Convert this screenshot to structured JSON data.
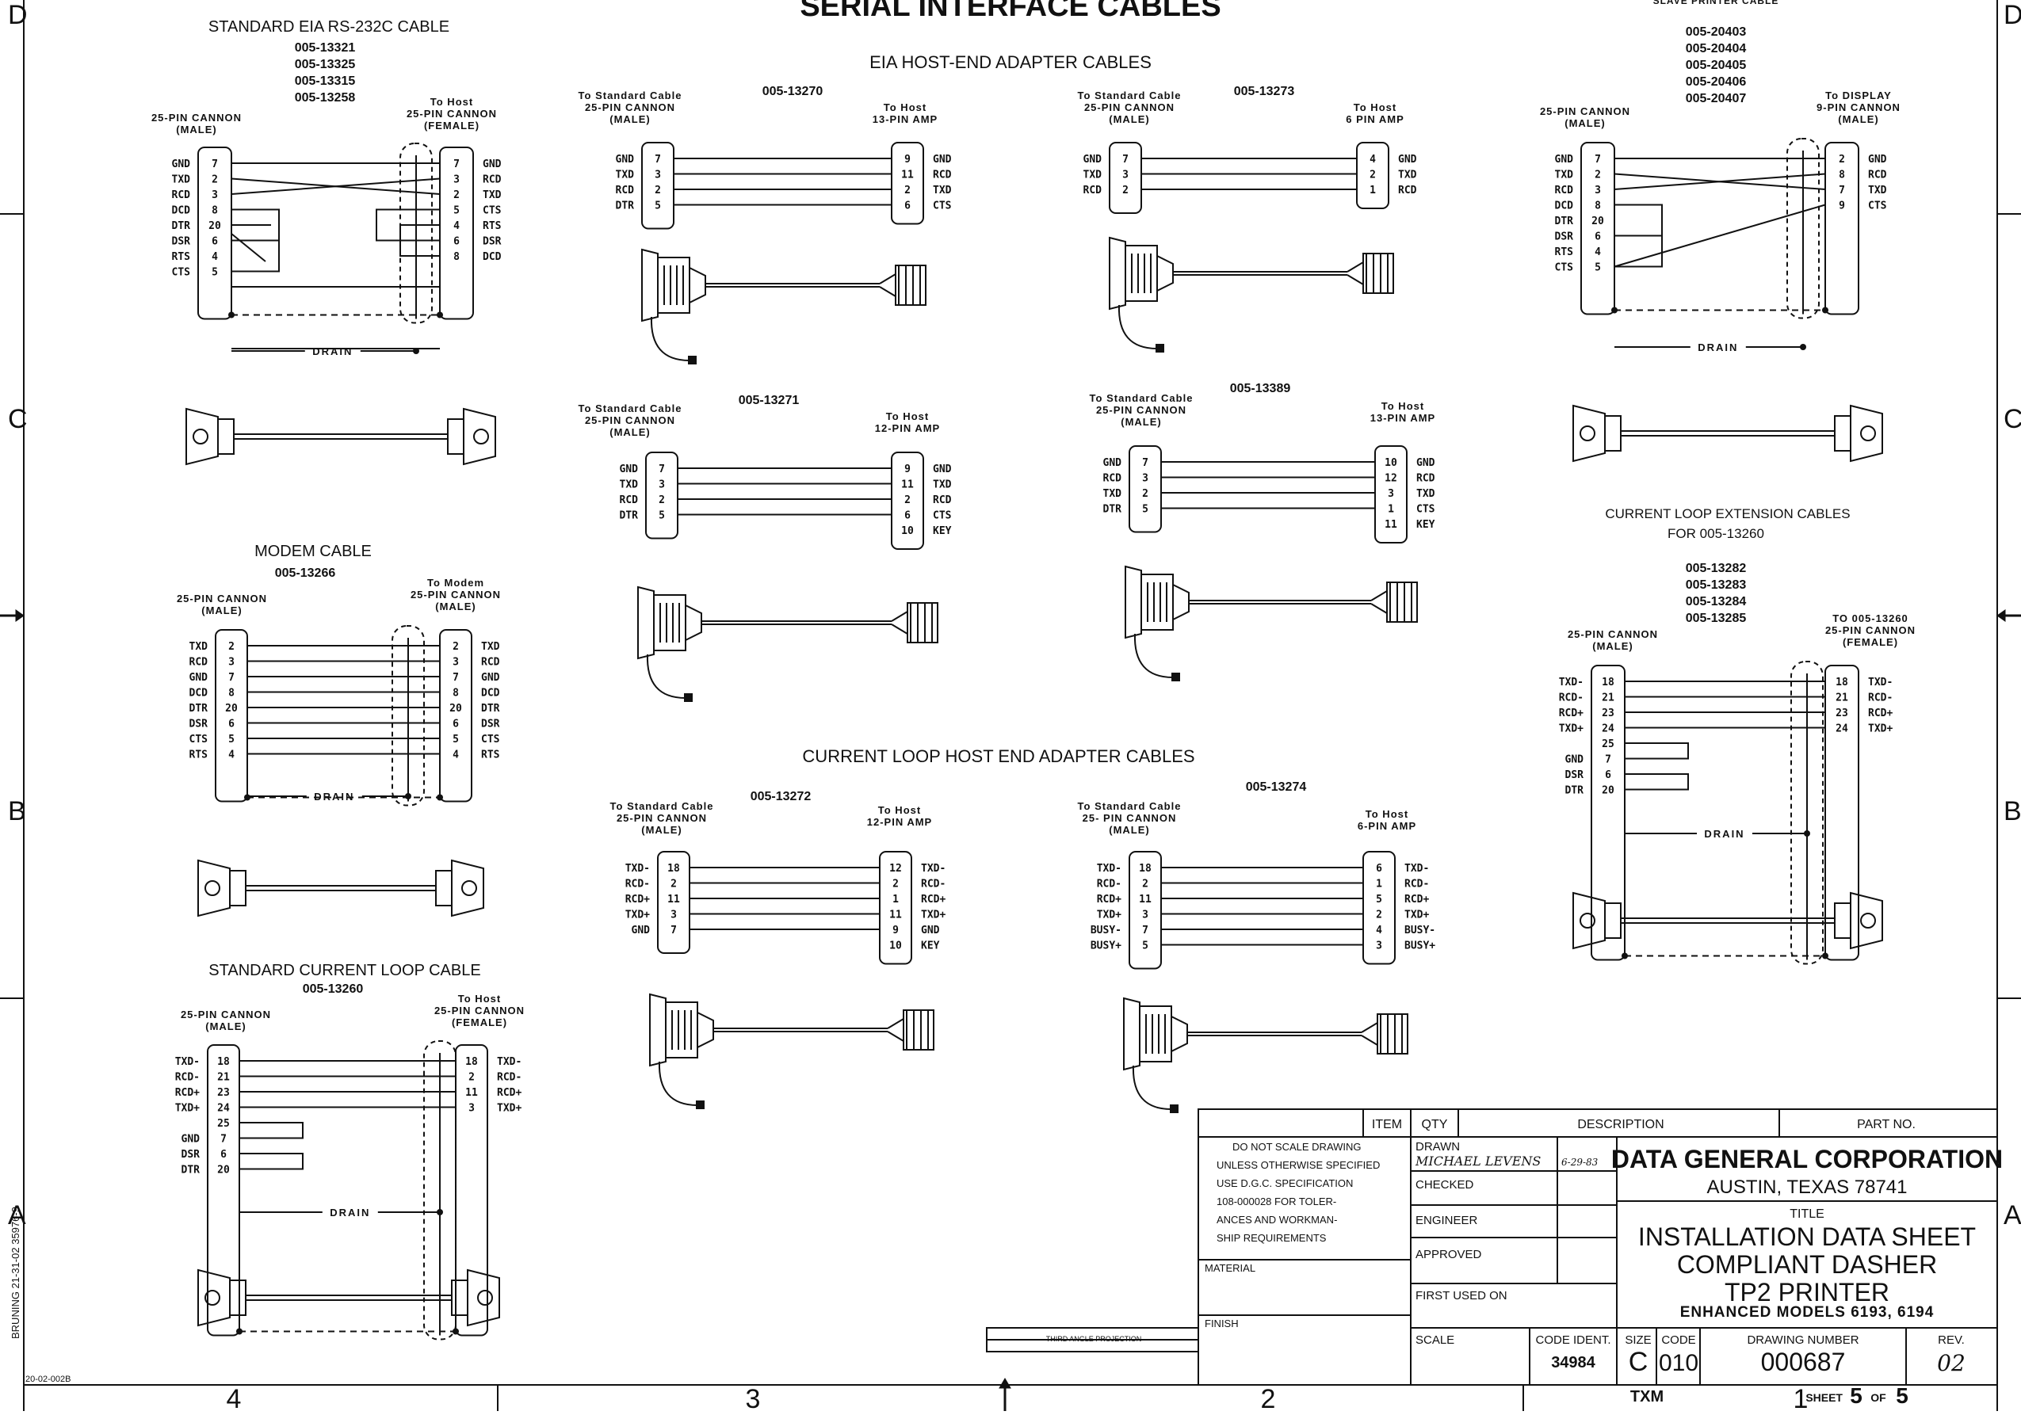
{
  "page": {
    "title": "SERIAL INTERFACE CABLES",
    "zone_letters": [
      "D",
      "C",
      "B",
      "A"
    ],
    "zone_numbers": [
      "4",
      "3",
      "2",
      "1"
    ],
    "form_number": "20-02-002B",
    "side_stamp": "BRUNING 21-31-02 35976-9",
    "slave_header": "SLAVE PRINTER CABLE"
  },
  "sections": {
    "eia_host": "EIA HOST-END ADAPTER CABLES",
    "current_loop_host": "CURRENT LOOP HOST END ADAPTER CABLES",
    "cl_extension_line1": "CURRENT  LOOP  EXTENSION  CABLES",
    "cl_extension_line2": "FOR  005-13260"
  },
  "cables": {
    "std_eia": {
      "title": "STANDARD EIA RS-232C CABLE",
      "part_numbers": [
        "005-13321",
        "005-13325",
        "005-13315",
        "005-13258"
      ],
      "left_header": [
        "25-PIN CANNON",
        "(MALE)"
      ],
      "right_header": [
        "To Host",
        "25-PIN CANNON",
        "(FEMALE)"
      ],
      "left_pins": [
        [
          "GND",
          "7"
        ],
        [
          "TXD",
          "2"
        ],
        [
          "RCD",
          "3"
        ],
        [
          "DCD",
          "8"
        ],
        [
          "DTR",
          "20"
        ],
        [
          "DSR",
          "6"
        ],
        [
          "RTS",
          "4"
        ],
        [
          "CTS",
          "5"
        ]
      ],
      "right_pins": [
        [
          "7",
          "GND"
        ],
        [
          "3",
          "RCD"
        ],
        [
          "2",
          "TXD"
        ],
        [
          "5",
          "CTS"
        ],
        [
          "4",
          "RTS"
        ],
        [
          "6",
          "DSR"
        ],
        [
          "8",
          "DCD"
        ]
      ],
      "drain": "DRAIN"
    },
    "modem": {
      "title": "MODEM CABLE",
      "part_numbers": [
        "005-13266"
      ],
      "left_header": [
        "25-PIN CANNON",
        "(MALE)"
      ],
      "right_header": [
        "To Modem",
        "25-PIN CANNON",
        "(MALE)"
      ],
      "left_pins": [
        [
          "TXD",
          "2"
        ],
        [
          "RCD",
          "3"
        ],
        [
          "GND",
          "7"
        ],
        [
          "DCD",
          "8"
        ],
        [
          "DTR",
          "20"
        ],
        [
          "DSR",
          "6"
        ],
        [
          "CTS",
          "5"
        ],
        [
          "RTS",
          "4"
        ]
      ],
      "right_pins": [
        [
          "2",
          "TXD"
        ],
        [
          "3",
          "RCD"
        ],
        [
          "7",
          "GND"
        ],
        [
          "8",
          "DCD"
        ],
        [
          "20",
          "DTR"
        ],
        [
          "6",
          "DSR"
        ],
        [
          "5",
          "CTS"
        ],
        [
          "4",
          "RTS"
        ]
      ],
      "drain": "DRAIN"
    },
    "std_cl": {
      "title": "STANDARD CURRENT LOOP CABLE",
      "part_numbers": [
        "005-13260"
      ],
      "left_header": [
        "25-PIN CANNON",
        "(MALE)"
      ],
      "right_header": [
        "To Host",
        "25-PIN CANNON",
        "(FEMALE)"
      ],
      "left_pins": [
        [
          "TXD-",
          "18"
        ],
        [
          "RCD-",
          "21"
        ],
        [
          "RCD+",
          "23"
        ],
        [
          "TXD+",
          "24"
        ],
        [
          "",
          "25"
        ],
        [
          "GND",
          "7"
        ],
        [
          "DSR",
          "6"
        ],
        [
          "DTR",
          "20"
        ]
      ],
      "right_pins": [
        [
          "18",
          "TXD-"
        ],
        [
          "2",
          "RCD-"
        ],
        [
          "11",
          "RCD+"
        ],
        [
          "3",
          "TXD+"
        ]
      ],
      "drain": "DRAIN"
    },
    "c13270": {
      "part": "005-13270",
      "left_header": [
        "To Standard Cable",
        "25-PIN CANNON",
        "(MALE)"
      ],
      "right_header": [
        "To Host",
        "13-PIN AMP"
      ],
      "left_pins": [
        [
          "GND",
          "7"
        ],
        [
          "TXD",
          "3"
        ],
        [
          "RCD",
          "2"
        ],
        [
          "DTR",
          "5"
        ]
      ],
      "right_pins": [
        [
          "9",
          "GND"
        ],
        [
          "11",
          "RCD"
        ],
        [
          "2",
          "TXD"
        ],
        [
          "6",
          "CTS"
        ]
      ]
    },
    "c13273": {
      "part": "005-13273",
      "left_header": [
        "To Standard Cable",
        "25-PIN CANNON",
        "(MALE)"
      ],
      "right_header": [
        "To Host",
        "6 PIN  AMP"
      ],
      "left_pins": [
        [
          "GND",
          "7"
        ],
        [
          "TXD",
          "3"
        ],
        [
          "RCD",
          "2"
        ]
      ],
      "right_pins": [
        [
          "4",
          "GND"
        ],
        [
          "2",
          "TXD"
        ],
        [
          "1",
          "RCD"
        ]
      ]
    },
    "c13271": {
      "part": "005-13271",
      "left_header": [
        "To Standard Cable",
        "25-PIN CANNON",
        "(MALE)"
      ],
      "right_header": [
        "To Host",
        "12-PIN AMP"
      ],
      "left_pins": [
        [
          "GND",
          "7"
        ],
        [
          "TXD",
          "3"
        ],
        [
          "RCD",
          "2"
        ],
        [
          "DTR",
          "5"
        ]
      ],
      "right_pins": [
        [
          "9",
          "GND"
        ],
        [
          "11",
          "TXD"
        ],
        [
          "2",
          "RCD"
        ],
        [
          "6",
          "CTS"
        ],
        [
          "10",
          "KEY"
        ]
      ]
    },
    "c13389": {
      "part": "005-13389",
      "left_header": [
        "To Standard Cable",
        "25-PIN CANNON",
        "(MALE)"
      ],
      "right_header": [
        "To Host",
        "13-PIN AMP"
      ],
      "left_pins": [
        [
          "GND",
          "7"
        ],
        [
          "RCD",
          "3"
        ],
        [
          "TXD",
          "2"
        ],
        [
          "DTR",
          "5"
        ]
      ],
      "right_pins": [
        [
          "10",
          "GND"
        ],
        [
          "12",
          "RCD"
        ],
        [
          "3",
          "TXD"
        ],
        [
          "1",
          "CTS"
        ],
        [
          "11",
          "KEY"
        ]
      ]
    },
    "c13272": {
      "part": "005-13272",
      "left_header": [
        "To Standard Cable",
        "25-PIN CANNON",
        "(MALE)"
      ],
      "right_header": [
        "To Host",
        "12-PIN AMP"
      ],
      "left_pins": [
        [
          "TXD-",
          "18"
        ],
        [
          "RCD-",
          "2"
        ],
        [
          "RCD+",
          "11"
        ],
        [
          "TXD+",
          "3"
        ],
        [
          "GND",
          "7"
        ]
      ],
      "right_pins": [
        [
          "12",
          "TXD-"
        ],
        [
          "2",
          "RCD-"
        ],
        [
          "1",
          "RCD+"
        ],
        [
          "11",
          "TXD+"
        ],
        [
          "9",
          "GND"
        ],
        [
          "10",
          "KEY"
        ]
      ]
    },
    "c13274": {
      "part": "005-13274",
      "left_header": [
        "To Standard Cable",
        "25- PIN CANNON",
        "(MALE)"
      ],
      "right_header": [
        "To Host",
        "6-PIN AMP"
      ],
      "left_pins": [
        [
          "TXD-",
          "18"
        ],
        [
          "RCD-",
          "2"
        ],
        [
          "RCD+",
          "11"
        ],
        [
          "TXD+",
          "3"
        ],
        [
          "BUSY-",
          "7"
        ],
        [
          "BUSY+",
          "5"
        ]
      ],
      "right_pins": [
        [
          "6",
          "TXD-"
        ],
        [
          "1",
          "RCD-"
        ],
        [
          "5",
          "RCD+"
        ],
        [
          "2",
          "TXD+"
        ],
        [
          "4",
          "BUSY-"
        ],
        [
          "3",
          "BUSY+"
        ]
      ]
    },
    "slave": {
      "part_numbers": [
        "005-20403",
        "005-20404",
        "005-20405",
        "005-20406",
        "005-20407"
      ],
      "left_header": [
        "25-PIN CANNON",
        "(MALE)"
      ],
      "right_header": [
        "To DISPLAY",
        "9-PIN CANNON",
        "(MALE)"
      ],
      "left_pins": [
        [
          "GND",
          "7"
        ],
        [
          "TXD",
          "2"
        ],
        [
          "RCD",
          "3"
        ],
        [
          "DCD",
          "8"
        ],
        [
          "DTR",
          "20"
        ],
        [
          "DSR",
          "6"
        ],
        [
          "RTS",
          "4"
        ],
        [
          "CTS",
          "5"
        ]
      ],
      "right_pins": [
        [
          "2",
          "GND"
        ],
        [
          "8",
          "RCD"
        ],
        [
          "7",
          "TXD"
        ],
        [
          "9",
          "CTS"
        ]
      ],
      "drain": "DRAIN"
    },
    "extension": {
      "part_numbers": [
        "005-13282",
        "005-13283",
        "005-13284",
        "005-13285"
      ],
      "left_header": [
        "25-PIN CANNON",
        "(MALE)"
      ],
      "right_header": [
        "TO 005-13260",
        "25-PIN CANNON",
        "(FEMALE)"
      ],
      "left_pins": [
        [
          "TXD-",
          "18"
        ],
        [
          "RCD-",
          "21"
        ],
        [
          "RCD+",
          "23"
        ],
        [
          "TXD+",
          "24"
        ],
        [
          "",
          "25"
        ],
        [
          "GND",
          "7"
        ],
        [
          "DSR",
          "6"
        ],
        [
          "DTR",
          "20"
        ]
      ],
      "right_pins": [
        [
          "18",
          "TXD-"
        ],
        [
          "21",
          "RCD-"
        ],
        [
          "23",
          "RCD+"
        ],
        [
          "24",
          "TXD+"
        ]
      ],
      "drain": "DRAIN"
    }
  },
  "title_block": {
    "item": "ITEM",
    "qty": "QTY",
    "description": "DESCRIPTION",
    "part_no": "PART NO.",
    "notes": [
      "DO NOT SCALE DRAWING",
      "UNLESS OTHERWISE SPECIFIED",
      "USE D.G.C. SPECIFICATION",
      "108-000028 FOR TOLER-",
      "ANCES AND WORKMAN-",
      "SHIP REQUIREMENTS"
    ],
    "material": "MATERIAL",
    "finish": "FINISH",
    "drawn": "DRAWN",
    "drawn_by": "MICHAEL LEVENS",
    "drawn_date": "6-29-83",
    "checked": "CHECKED",
    "engineer": "ENGINEER",
    "approved": "APPROVED",
    "first_used": "FIRST USED ON",
    "scale": "SCALE",
    "code_ident_label": "CODE IDENT.",
    "code_ident": "34984",
    "company": "DATA GENERAL CORPORATION",
    "location": "AUSTIN,  TEXAS  78741",
    "title_label": "TITLE",
    "title_lines": [
      "INSTALLATION DATA SHEET",
      "COMPLIANT DASHER",
      "TP2 PRINTER"
    ],
    "models": "ENHANCED MODELS 6193, 6194",
    "size_label": "SIZE",
    "size": "C",
    "code_label": "CODE",
    "code": "010",
    "drawing_number_label": "DRAWING NUMBER",
    "drawing_number": "000687",
    "rev_label": "REV.",
    "rev": "02",
    "projection": "THIRD  ANGLE  PROJECTION",
    "txm": "TXM",
    "sheet_label": "SHEET",
    "sheet": "5",
    "of_label": "OF",
    "sheet_total": "5"
  }
}
